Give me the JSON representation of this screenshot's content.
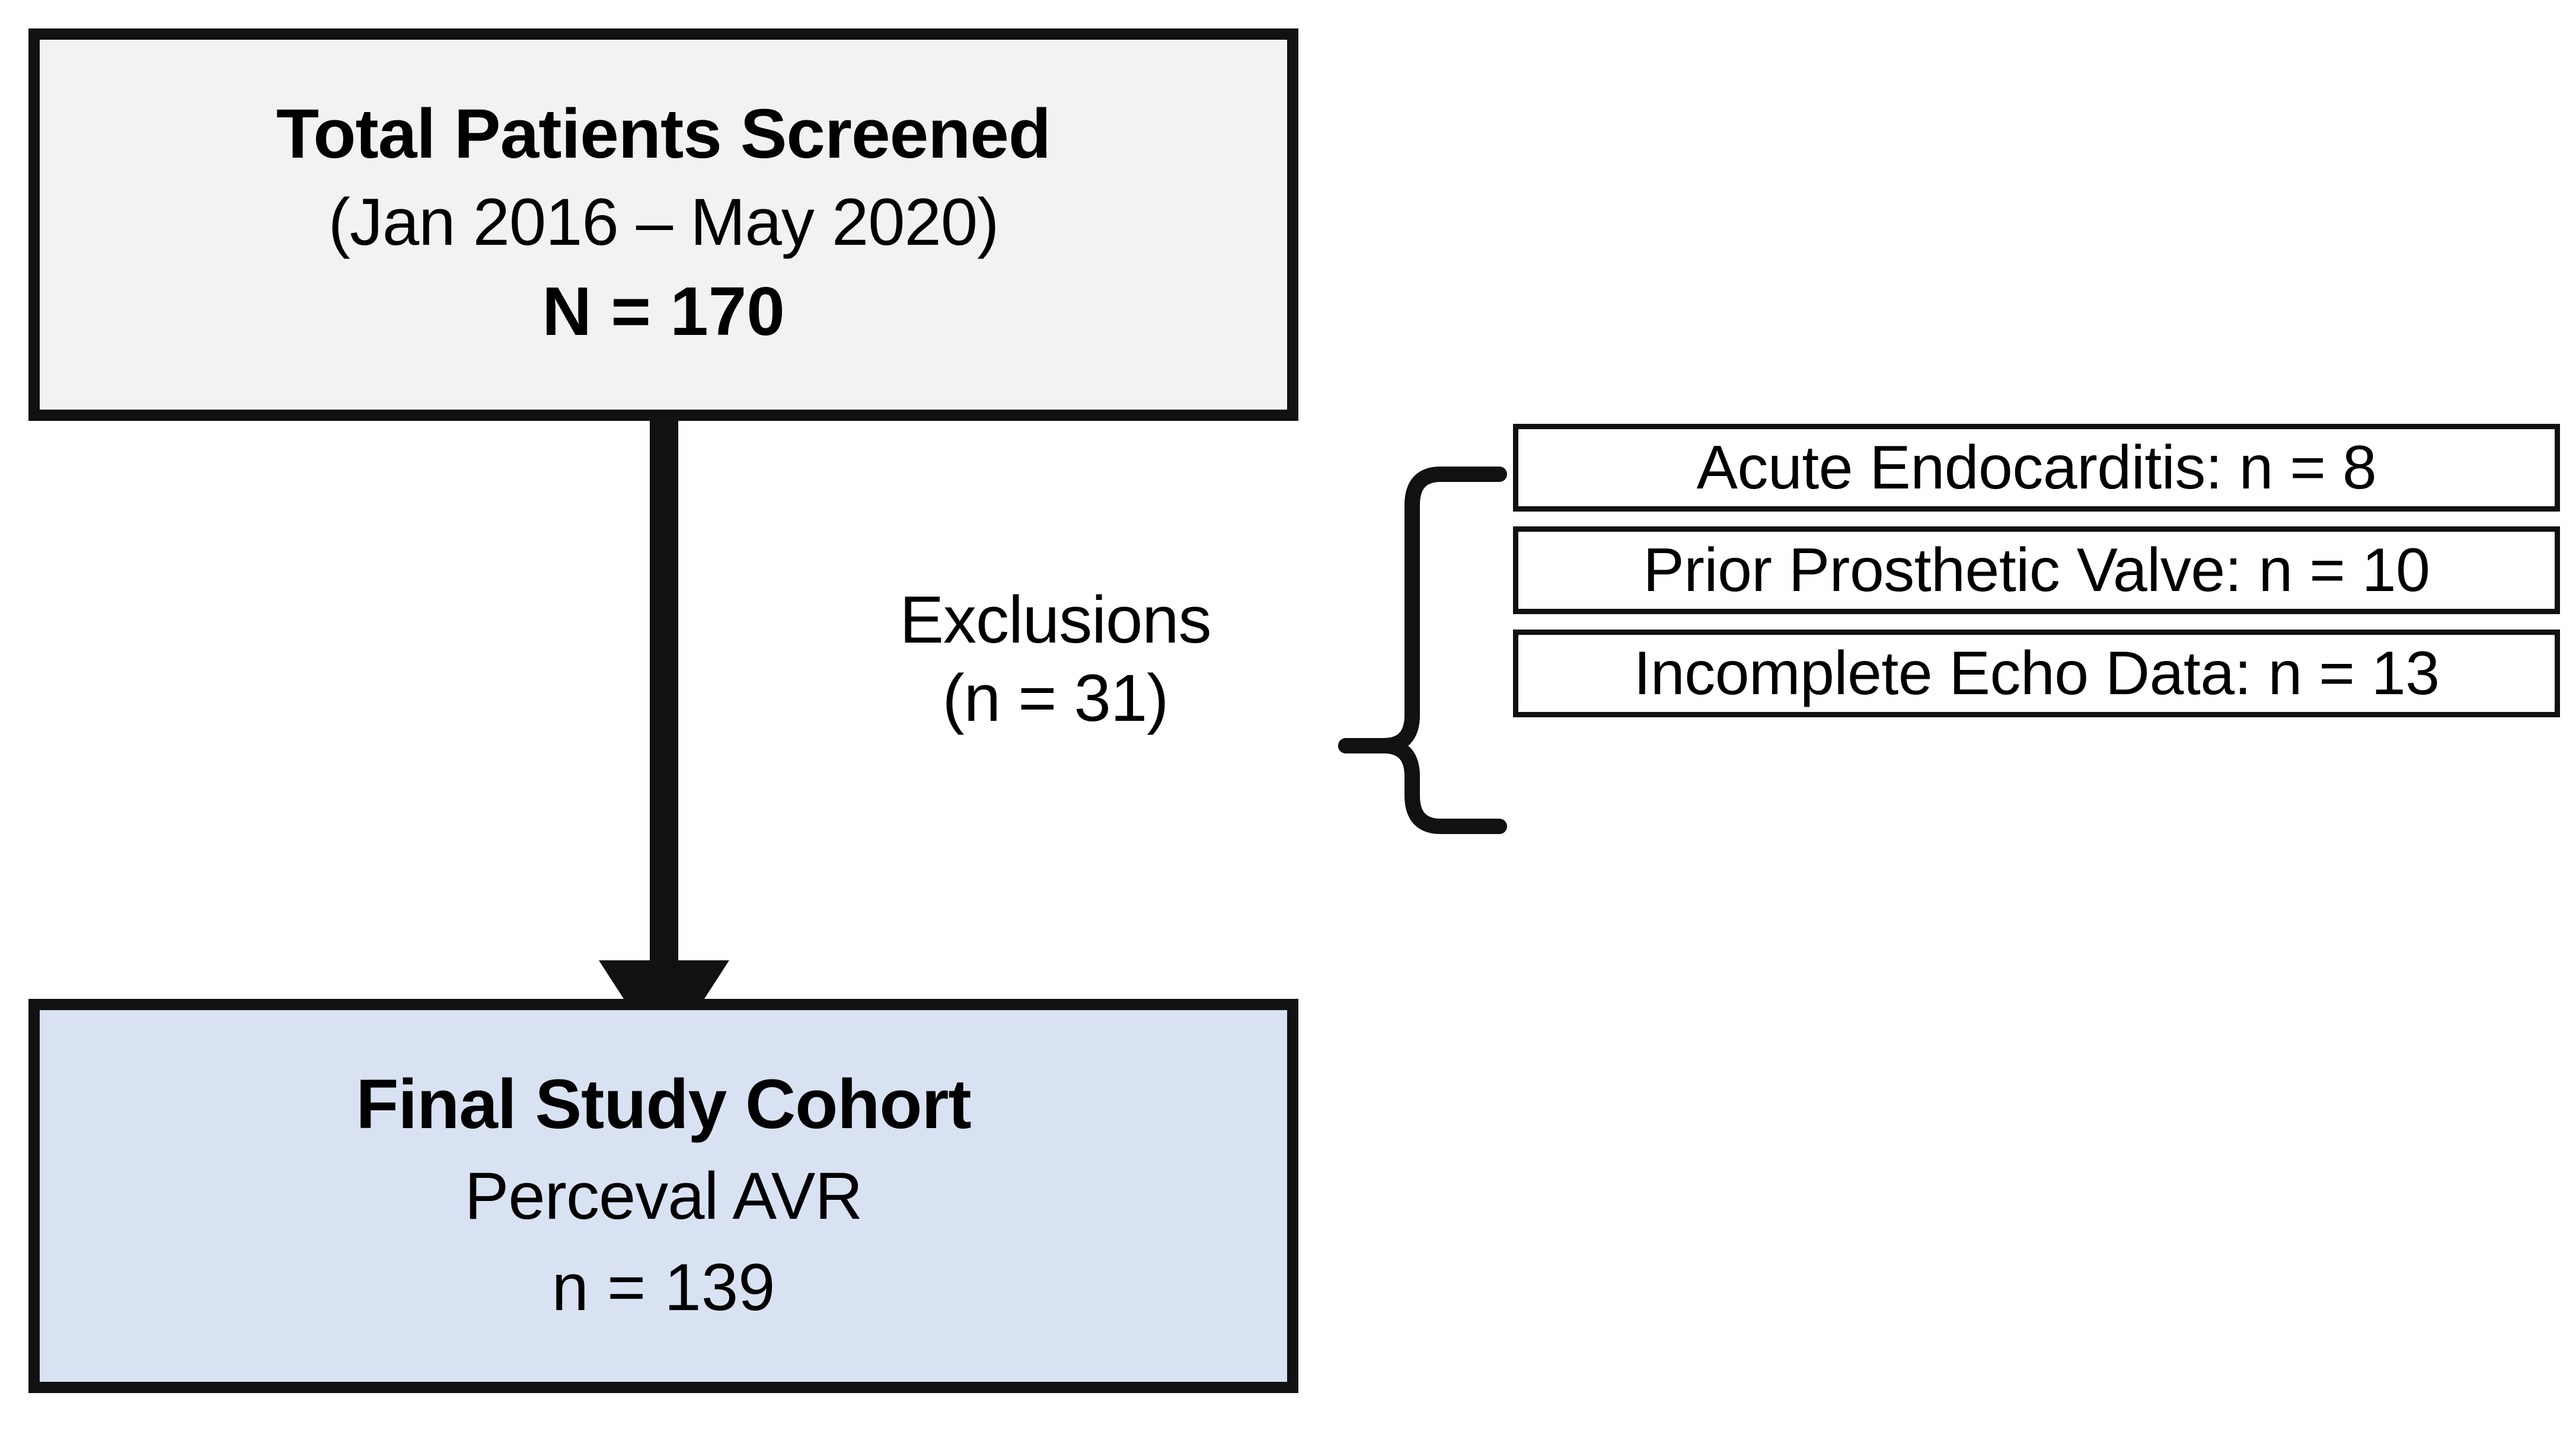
{
  "figure": {
    "type": "flowchart",
    "orientation": "vertical-with-side-exclusions",
    "background_color": "#ffffff",
    "line_color": "#111111"
  },
  "nodes": {
    "screened": {
      "name": "Total Patients Screened",
      "title": "Total Patients Screened",
      "dates": "(Jan 2016 – May 2020)",
      "count_label": "N = 170",
      "count_value": 170,
      "fill_color": "#f2f2f2",
      "border_color": "#111111"
    },
    "cohort": {
      "name": "Final Study Cohort",
      "title": "Final Study Cohort",
      "device": "Perceval AVR",
      "count_label": "n = 139",
      "count_value": 139,
      "fill_color": "#d9e2f3",
      "border_color": "#111111"
    }
  },
  "exclusions": {
    "label_line1": "Exclusions",
    "label_line2": "(n = 31)",
    "total": 31,
    "reasons": [
      {
        "label": "Acute Endocarditis: n = 8",
        "reason": "Acute Endocarditis",
        "n": 8
      },
      {
        "label": "Prior Prosthetic Valve: n = 10",
        "reason": "Prior Prosthetic Valve",
        "n": 10
      },
      {
        "label": "Incomplete Echo Data: n = 13",
        "reason": "Incomplete Echo Data",
        "n": 13
      }
    ]
  },
  "connectors": {
    "main_arrow": "down-arrow-screened-to-cohort",
    "brace": "curly-brace-exclusions-to-reasons",
    "exclusion_tick": "horizontal-tick-main-stem-to-exclusions"
  }
}
